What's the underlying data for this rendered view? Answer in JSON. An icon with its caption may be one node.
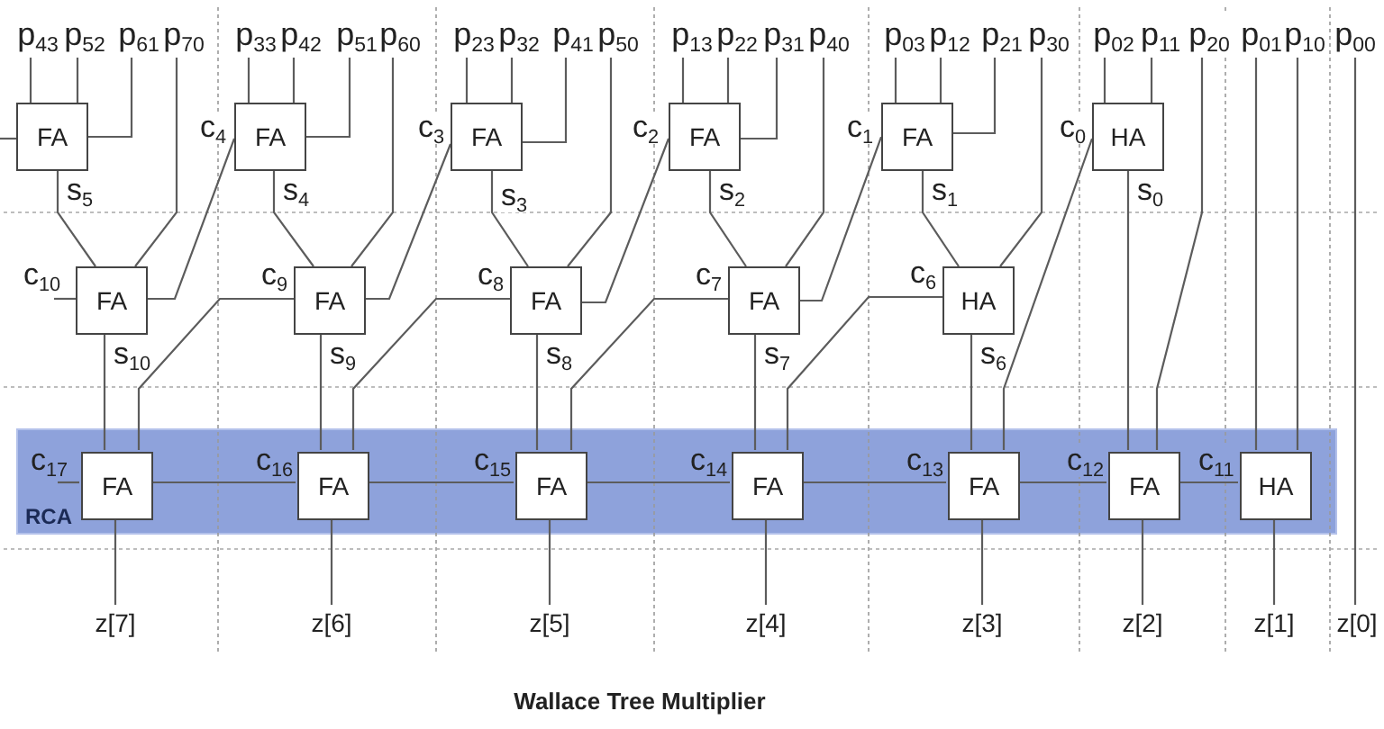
{
  "diagram": {
    "title": "Wallace Tree Multiplier",
    "nodes": [
      {
        "text": [
          "p$_{43}$"
        ]
      },
      {
        "text": [
          "p$_{52}$"
        ]
      },
      {
        "text": [
          "p$_{61}$"
        ]
      },
      {
        "text": [
          "p$_{70}$"
        ]
      },
      {
        "text": [
          "p$_{33}$"
        ]
      },
      {
        "text": [
          "p$_{42}$"
        ]
      },
      {
        "text": [
          "p$_{51}$"
        ]
      },
      {
        "text": [
          "p$_{60}$"
        ]
      },
      {
        "text": [
          "p$_{23}$"
        ]
      },
      {
        "text": [
          "p$_{32}$"
        ]
      },
      {
        "text": [
          "p$_{41}$"
        ]
      },
      {
        "text": [
          "p$_{50}$"
        ]
      },
      {
        "text": [
          "p$_{13}$"
        ]
      },
      {
        "text": [
          "p$_{22}$"
        ]
      },
      {
        "text": [
          "p$_{31}$"
        ]
      },
      {
        "text": [
          "p$_{40}$"
        ]
      },
      {
        "text": [
          "p$_{03}$"
        ]
      },
      {
        "text": [
          "p$_{12}$"
        ]
      },
      {
        "text": [
          "p$_{21}$"
        ]
      },
      {
        "text": [
          "p$_{30}$"
        ]
      },
      {
        "text": [
          "p$_{02}$"
        ]
      },
      {
        "text": [
          "p$_{11}$"
        ]
      },
      {
        "text": [
          "p$_{20}$"
        ]
      },
      {
        "text": [
          "p$_{01}$"
        ]
      },
      {
        "text": [
          "p$_{10}$"
        ]
      },
      {
        "text": [
          "p$_{00}$"
        ]
      },
      {
        "text": [
          "FA"
        ]
      },
      {
        "text": [
          "FA"
        ]
      },
      {
        "text": [
          "FA"
        ]
      },
      {
        "text": [
          "FA"
        ]
      },
      {
        "text": [
          "FA"
        ]
      },
      {
        "text": [
          "HA"
        ]
      },
      {
        "text": [
          "FA"
        ]
      },
      {
        "text": [
          "FA"
        ]
      },
      {
        "text": [
          "FA"
        ]
      },
      {
        "text": [
          "FA"
        ]
      },
      {
        "text": [
          "HA"
        ]
      },
      {
        "text": [
          "RCA"
        ]
      },
      {
        "text": [
          "FA"
        ],
        "in": 37
      },
      {
        "text": [
          "FA"
        ],
        "in": 37
      },
      {
        "text": [
          "FA"
        ],
        "in": 37
      },
      {
        "text": [
          "FA"
        ],
        "in": 37
      },
      {
        "text": [
          "FA"
        ],
        "in": 37
      },
      {
        "text": [
          "FA"
        ],
        "in": 37
      },
      {
        "text": [
          "HA"
        ],
        "in": 37
      },
      {
        "text": [
          "z[7]"
        ]
      },
      {
        "text": [
          "z[6]"
        ]
      },
      {
        "text": [
          "z[5]"
        ]
      },
      {
        "text": [
          "z[4]"
        ]
      },
      {
        "text": [
          "z[3]"
        ]
      },
      {
        "text": [
          "z[2]"
        ]
      },
      {
        "text": [
          "z[1]"
        ]
      },
      {
        "text": [
          "z[0]"
        ]
      }
    ],
    "edges": [
      {
        "from": 0,
        "to": 26,
        "arrow": "none"
      },
      {
        "from": 1,
        "to": 26,
        "arrow": "none"
      },
      {
        "from": 2,
        "to": 26,
        "arrow": "none"
      },
      {
        "from": 3,
        "to": 32,
        "arrow": "none"
      },
      {
        "from": 26,
        "to": 32,
        "arrow": "none",
        "label": "s$_{5}$"
      },
      {
        "from": 26,
        "to": null,
        "arrow": "none"
      },
      {
        "from": 27,
        "to": 32,
        "arrow": "none",
        "label": "c$_{4}$"
      },
      {
        "from": 32,
        "to": null,
        "arrow": "none",
        "label": "c$_{10}$"
      },
      {
        "from": 32,
        "to": 38,
        "arrow": "none",
        "label": "s$_{10}$"
      },
      {
        "from": 33,
        "to": 38,
        "arrow": "none",
        "label": "c$_{9}$"
      },
      {
        "from": 38,
        "to": null,
        "arrow": "none",
        "label": "c$_{17}$"
      },
      {
        "from": 38,
        "to": 45,
        "arrow": "none"
      },
      {
        "from": 4,
        "to": 27,
        "arrow": "none"
      },
      {
        "from": 5,
        "to": 27,
        "arrow": "none"
      },
      {
        "from": 6,
        "to": 27,
        "arrow": "none"
      },
      {
        "from": 7,
        "to": 33,
        "arrow": "none"
      },
      {
        "from": 27,
        "to": 33,
        "arrow": "none",
        "label": "s$_{4}$"
      },
      {
        "from": 28,
        "to": 33,
        "arrow": "none",
        "label": "c$_{3}$"
      },
      {
        "from": 33,
        "to": 39,
        "arrow": "none",
        "label": "s$_{9}$"
      },
      {
        "from": 34,
        "to": 39,
        "arrow": "none",
        "label": "c$_{8}$"
      },
      {
        "from": 39,
        "to": 38,
        "arrow": "none",
        "label": "c$_{16}$"
      },
      {
        "from": 39,
        "to": 46,
        "arrow": "none"
      },
      {
        "from": 8,
        "to": 28,
        "arrow": "none"
      },
      {
        "from": 9,
        "to": 28,
        "arrow": "none"
      },
      {
        "from": 10,
        "to": 28,
        "arrow": "none"
      },
      {
        "from": 11,
        "to": 34,
        "arrow": "none"
      },
      {
        "from": 28,
        "to": 34,
        "arrow": "none",
        "label": "s$_{3}$"
      },
      {
        "from": 29,
        "to": 34,
        "arrow": "none",
        "label": "c$_{2}$"
      },
      {
        "from": 34,
        "to": 40,
        "arrow": "none",
        "label": "s$_{8}$"
      },
      {
        "from": 35,
        "to": 40,
        "arrow": "none",
        "label": "c$_{7}$"
      },
      {
        "from": 40,
        "to": 39,
        "arrow": "none",
        "label": "c$_{15}$"
      },
      {
        "from": 40,
        "to": 47,
        "arrow": "none"
      },
      {
        "from": 12,
        "to": 29,
        "arrow": "none"
      },
      {
        "from": 13,
        "to": 29,
        "arrow": "none"
      },
      {
        "from": 14,
        "to": 29,
        "arrow": "none"
      },
      {
        "from": 15,
        "to": 35,
        "arrow": "none"
      },
      {
        "from": 29,
        "to": 35,
        "arrow": "none",
        "label": "s$_{2}$"
      },
      {
        "from": 30,
        "to": 35,
        "arrow": "none",
        "label": "c$_{1}$"
      },
      {
        "from": 35,
        "to": 41,
        "arrow": "none",
        "label": "s$_{7}$"
      },
      {
        "from": 36,
        "to": 41,
        "arrow": "none",
        "label": "c$_{6}$"
      },
      {
        "from": 41,
        "to": 40,
        "arrow": "none",
        "label": "c$_{14}$"
      },
      {
        "from": 41,
        "to": 48,
        "arrow": "none"
      },
      {
        "from": 16,
        "to": 30,
        "arrow": "none"
      },
      {
        "from": 17,
        "to": 30,
        "arrow": "none"
      },
      {
        "from": 18,
        "to": 30,
        "arrow": "none"
      },
      {
        "from": 19,
        "to": 36,
        "arrow": "none"
      },
      {
        "from": 30,
        "to": 36,
        "arrow": "none",
        "label": "s$_{1}$"
      },
      {
        "from": 36,
        "to": 42,
        "arrow": "none",
        "label": "s$_{6}$"
      },
      {
        "from": 31,
        "to": 42,
        "arrow": "none",
        "label": "c$_{0}$"
      },
      {
        "from": 42,
        "to": 41,
        "arrow": "none",
        "label": "c$_{13}$"
      },
      {
        "from": 42,
        "to": 49,
        "arrow": "none"
      },
      {
        "from": 20,
        "to": 31,
        "arrow": "none"
      },
      {
        "from": 21,
        "to": 31,
        "arrow": "none"
      },
      {
        "from": 31,
        "to": 43,
        "arrow": "none",
        "label": "s$_{0}$"
      },
      {
        "from": 22,
        "to": 43,
        "arrow": "none"
      },
      {
        "from": 43,
        "to": 42,
        "arrow": "none",
        "label": "c$_{12}$"
      },
      {
        "from": 43,
        "to": 50,
        "arrow": "none"
      },
      {
        "from": 23,
        "to": 44,
        "arrow": "none"
      },
      {
        "from": 24,
        "to": 44,
        "arrow": "none"
      },
      {
        "from": 44,
        "to": 43,
        "arrow": "none",
        "label": "c$_{11}$"
      },
      {
        "from": 44,
        "to": 51,
        "arrow": "none"
      },
      {
        "from": 25,
        "to": 52,
        "arrow": "none"
      }
    ]
  }
}
